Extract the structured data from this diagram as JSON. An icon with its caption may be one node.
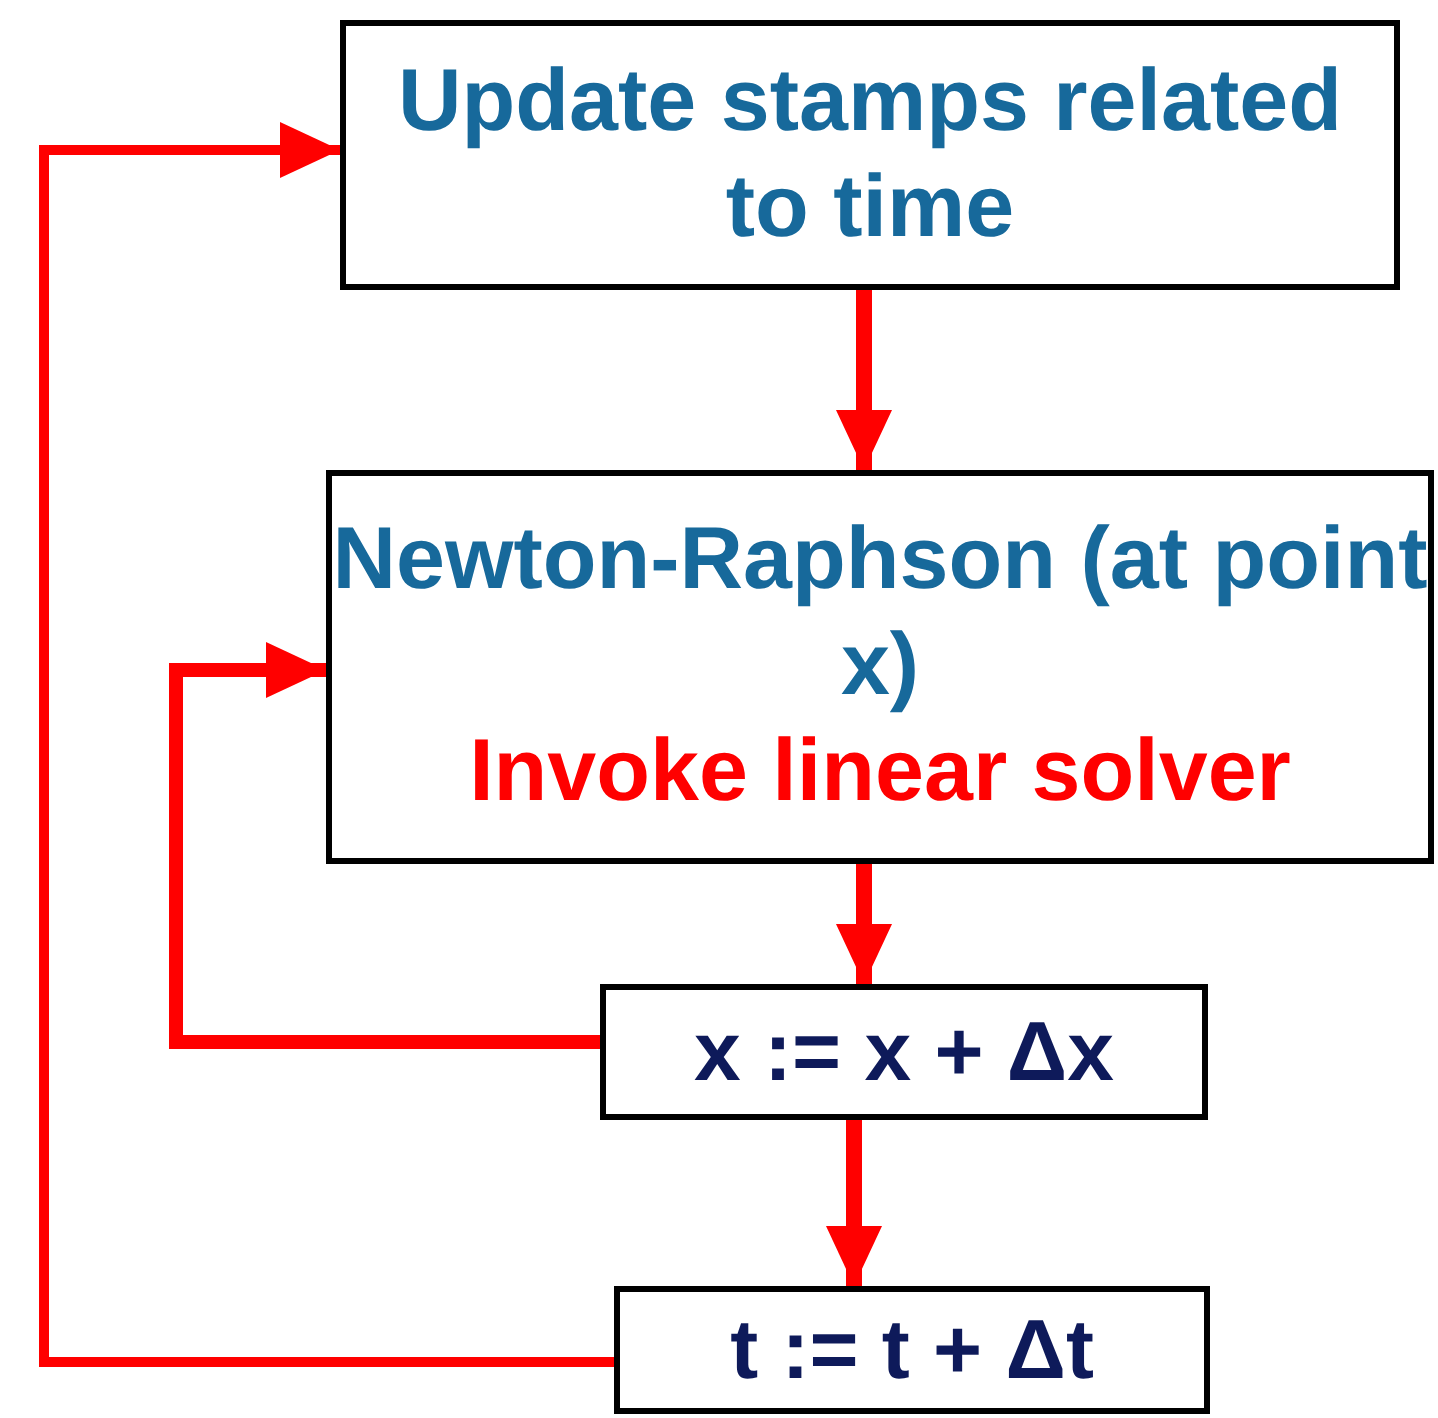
{
  "diagram": {
    "nodes": [
      {
        "text": [
          "Update stamps related to time"
        ]
      },
      {
        "text": [
          "Newton-Raphson (at point x)",
          "Invoke linear solver"
        ]
      },
      {
        "text": [
          "x := x + Δx"
        ]
      },
      {
        "text": [
          "t := t + Δt"
        ]
      }
    ],
    "edges": [
      {
        "from": 0,
        "to": 1,
        "arrow": "to",
        "color": "#ff0000"
      },
      {
        "from": 1,
        "to": 2,
        "arrow": "to",
        "color": "#ff0000"
      },
      {
        "from": 2,
        "to": 3,
        "arrow": "to",
        "color": "#ff0000"
      },
      {
        "from": 2,
        "to": 1,
        "arrow": "to",
        "color": "#ff0000"
      },
      {
        "from": 3,
        "to": 0,
        "arrow": "to",
        "color": "#ff0000"
      }
    ]
  }
}
